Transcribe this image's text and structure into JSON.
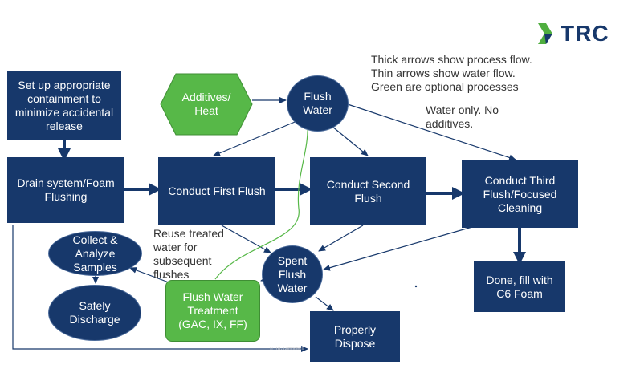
{
  "brand": {
    "name": "TRC",
    "colors": {
      "navy": "#17386b",
      "green": "#57b848",
      "logo_green": "#4fae3f"
    }
  },
  "legend": {
    "line1": "Thick arrows show process flow.",
    "line2": "Thin arrows show water flow.",
    "line3": "Green are optional processes"
  },
  "water_note": {
    "line1": "Water only. No",
    "line2": "additives."
  },
  "reuse_note": {
    "line1": "Reuse treated",
    "line2": "water for",
    "line3": "subsequent",
    "line4": "flushes"
  },
  "nodes": {
    "containment": {
      "line1": "Set up appropriate",
      "line2": "containment to",
      "line3": "minimize accidental",
      "line4": "release"
    },
    "drain": {
      "line1": "Drain system/Foam",
      "line2": "Flushing"
    },
    "first_flush": {
      "label": "Conduct First Flush"
    },
    "second_flush": {
      "line1": "Conduct Second",
      "line2": "Flush"
    },
    "third_flush": {
      "line1": "Conduct Third",
      "line2": "Flush/Focused",
      "line3": "Cleaning"
    },
    "done": {
      "line1": "Done, fill with",
      "line2": "C6 Foam"
    },
    "additives": {
      "line1": "Additives/",
      "line2": "Heat"
    },
    "flush_water": {
      "line1": "Flush",
      "line2": "Water"
    },
    "spent_water": {
      "line1": "Spent",
      "line2": "Flush",
      "line3": "Water"
    },
    "collect": {
      "line1": "Collect &",
      "line2": "Analyze",
      "line3": "Samples"
    },
    "discharge": {
      "line1": "Safely",
      "line2": "Discharge"
    },
    "treatment": {
      "line1": "Flush Water",
      "line2": "Treatment",
      "line3": "(GAC, IX, FF)"
    },
    "dispose": {
      "line1": "Properly",
      "line2": "Dispose"
    }
  },
  "watermark": "© TRC Companies"
}
